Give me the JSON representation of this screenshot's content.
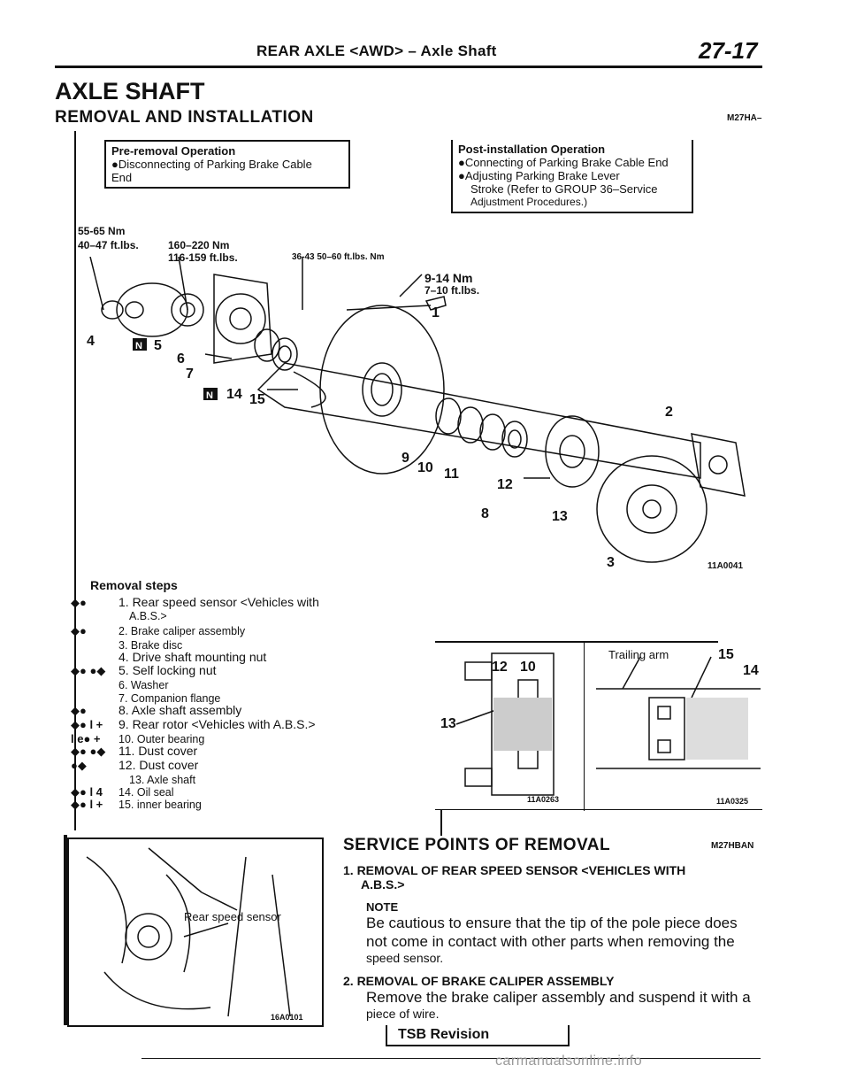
{
  "header": {
    "title": "REAR AXLE <AWD> – Axle Shaft",
    "page_number": "27-17"
  },
  "section": {
    "title": "AXLE SHAFT",
    "subtitle": "REMOVAL AND INSTALLATION",
    "code": "M27HA–"
  },
  "pre_removal": {
    "title": "Pre-removal Operation",
    "line1": "●Disconnecting of Parking Brake Cable",
    "line2": "End"
  },
  "post_installation": {
    "title": "Post-installation Operation",
    "line1": "●Connecting of Parking Brake Cable End",
    "line2": "●Adjusting Parking Brake Lever",
    "line3": "Stroke (Refer to GROUP 36–Service",
    "line4": "Adjustment Procedures.)"
  },
  "torques": {
    "t1_nm": "55-65 Nm",
    "t1_ft": "40–47 ft.lbs.",
    "t2_nm": "160–220 Nm",
    "t2_ft": "116-159 ft.lbs.",
    "t3": "36-43 50–60 ft.lbs. Nm",
    "t4_nm": "9-14 Nm",
    "t4_ft": "7–10 ft.lbs."
  },
  "diagram": {
    "callouts": [
      "1",
      "2",
      "3",
      "4",
      "5",
      "6",
      "7",
      "8",
      "9",
      "10",
      "11",
      "12",
      "13",
      "14",
      "15"
    ],
    "marker": "N",
    "figure_code": "11A0041"
  },
  "removal": {
    "title": "Removal steps",
    "steps": [
      {
        "sym": "◆●",
        "text": "1. Rear speed sensor <Vehicles with"
      },
      {
        "sym": "",
        "text": "A.B.S.>"
      },
      {
        "sym": "◆●",
        "text": "2. Brake caliper assembly"
      },
      {
        "sym": "",
        "text": "3. Brake disc"
      },
      {
        "sym": "",
        "text": "4. Drive shaft mounting nut"
      },
      {
        "sym": "◆● ●◆",
        "text": "5. Self locking nut"
      },
      {
        "sym": "",
        "text": "6. Washer"
      },
      {
        "sym": "",
        "text": "7. Companion flange"
      },
      {
        "sym": "◆●",
        "text": "8. Axle shaft assembly"
      },
      {
        "sym": "◆● l +",
        "text": "9. Rear rotor <Vehicles with A.B.S.>"
      },
      {
        "sym": "l e● +",
        "text": "10. Outer bearing"
      },
      {
        "sym": "◆● ●◆",
        "text": "11. Dust cover"
      },
      {
        "sym": "●◆",
        "text": "12. Dust cover"
      },
      {
        "sym": "",
        "text": "13. Axle shaft"
      },
      {
        "sym": "◆● l 4",
        "text": "14. Oil seal"
      },
      {
        "sym": "◆● l +",
        "text": "15. inner bearing"
      }
    ]
  },
  "inset": {
    "left_labels": [
      "12",
      "10",
      "13"
    ],
    "left_code": "11A0263",
    "right_label": "Trailing arm",
    "right_numbers": [
      "15",
      "14"
    ],
    "right_code": "11A0325"
  },
  "photo": {
    "label": "Rear speed sensor",
    "code": "16A0101"
  },
  "service": {
    "title": "SERVICE POINTS OF REMOVAL",
    "code": "M27HBAN",
    "item1_title": "1. REMOVAL OF REAR SPEED SENSOR <VEHICLES WITH",
    "item1_title2": "A.B.S.>",
    "note_label": "NOTE",
    "note_line1": "Be cautious to ensure that the tip of the pole piece does",
    "note_line2": "not come in contact with other parts when removing the",
    "note_line3": "speed sensor.",
    "item2_title": "2. REMOVAL OF BRAKE CALIPER ASSEMBLY",
    "item2_line1": "Remove the brake caliper assembly and suspend it with a",
    "item2_line2": "piece of wire."
  },
  "tsb": "TSB Revision",
  "footer": "carmanualsonline.info"
}
